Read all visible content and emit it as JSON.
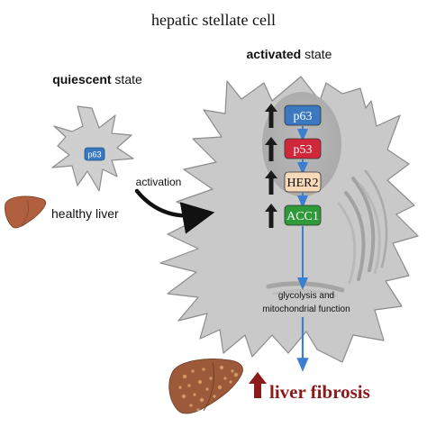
{
  "title": "hepatic stellate cell",
  "quiescent": {
    "bold": "quiescent",
    "rest": " state",
    "marker": "p63"
  },
  "activated": {
    "bold": "activated",
    "rest": " state"
  },
  "activation_label": "activation",
  "healthy_liver_label": "healthy liver",
  "cascade": [
    {
      "label": "p63",
      "fill": "#3a78c2",
      "text_color": "#ffffff"
    },
    {
      "label": "p53",
      "fill": "#d0283a",
      "text_color": "#ffffff"
    },
    {
      "label": "HER2",
      "fill": "#f8d9b8",
      "text_color": "#111111"
    },
    {
      "label": "ACC1",
      "fill": "#2e9a3a",
      "text_color": "#ffffff"
    }
  ],
  "glycolysis_line1": "glycolysis and",
  "glycolysis_line2": "mitochondrial function",
  "fibrosis_label": "liver fibrosis",
  "colors": {
    "cell_fill": "#c9c9c9",
    "cell_stroke": "#8c8c8c",
    "nucleus": "#b3b3b3",
    "up_arrow": "#1a1a1a",
    "flow_arrow": "#3a7fd0",
    "fibrosis": "#8b1a1a",
    "liver_healthy": "#b0603e",
    "liver_fibrotic": "#9c5a3a"
  }
}
